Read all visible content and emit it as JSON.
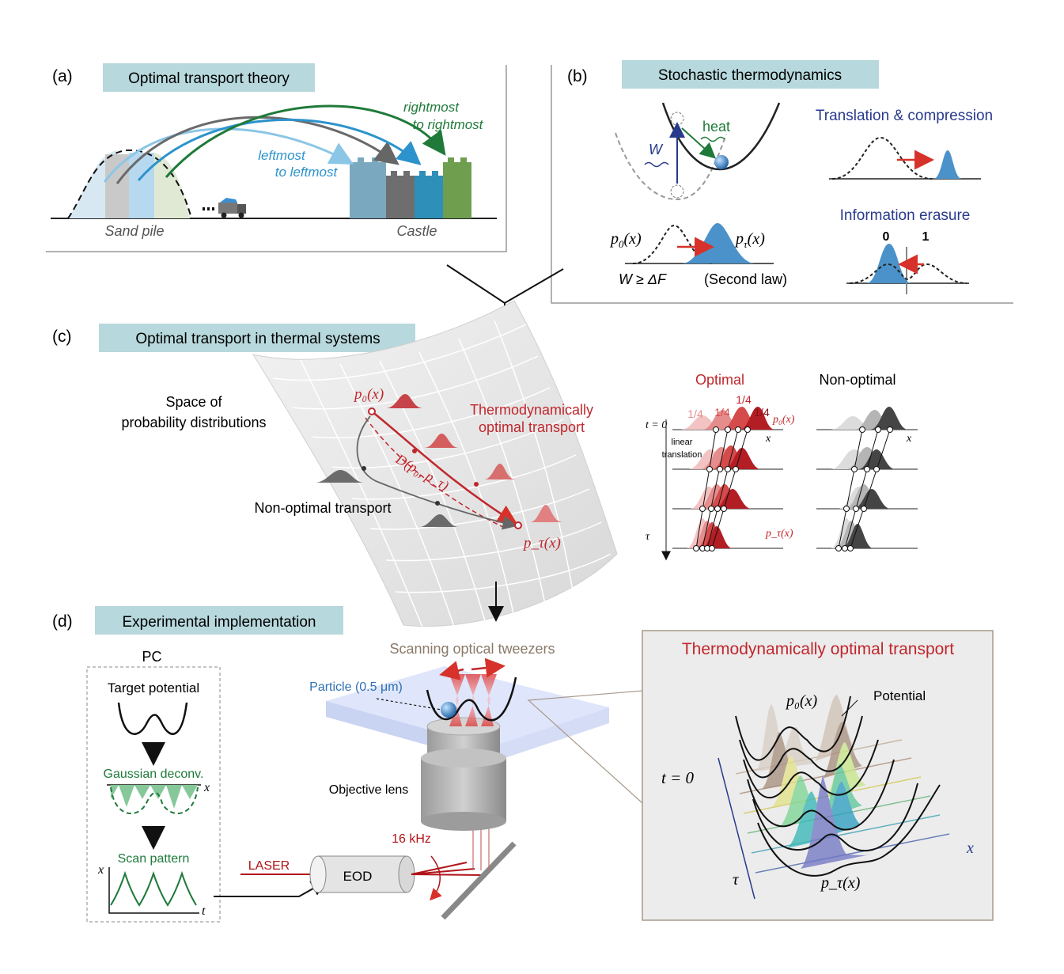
{
  "panel_a": {
    "label": "(a)",
    "title": "Optimal transport theory",
    "sand_pile": "Sand pile",
    "castle": "Castle",
    "rightmost_1": "rightmost",
    "rightmost_2": "to rightmost",
    "leftmost_1": "leftmost",
    "leftmost_2": "to leftmost"
  },
  "panel_b": {
    "label": "(b)",
    "title": "Stochastic thermodynamics",
    "heat": "heat",
    "work": "W",
    "p0": "p",
    "p0_sub": "0",
    "p0_arg": "(x)",
    "ptau": "p",
    "ptau_sub": "τ",
    "ptau_arg": "(x)",
    "second_law": "W ≥ ΔF",
    "second_law_note": "(Second law)",
    "translation": "Translation & compression",
    "erasure": "Information erasure",
    "bit0": "0",
    "bit1": "1"
  },
  "panel_c": {
    "label": "(c)",
    "title": "Optimal transport in thermal systems",
    "space_1": "Space of",
    "space_2": "probability distributions",
    "thermo_1": "Thermodynamically",
    "thermo_2": "optimal transport",
    "non_optimal": "Non-optimal transport",
    "p0": "p₀(x)",
    "ptau": "p_τ(x)",
    "distance": "D(p₀, p_τ)",
    "optimal": "Optimal",
    "nonopt": "Non-optimal",
    "t0": "t = 0",
    "tau": "τ",
    "quarter": "1/4",
    "x": "x",
    "linear_1": "linear",
    "linear_2": "translation",
    "p0_right": "p₀(x)",
    "ptau_right": "p_τ(x)"
  },
  "panel_d": {
    "label": "(d)",
    "title": "Experimental implementation",
    "pc": "PC",
    "target": "Target potential",
    "deconv": "Gaussian deconv.",
    "scan": "Scan pattern",
    "x": "x",
    "t": "t",
    "tweezers": "Scanning optical tweezers",
    "particle": "Particle (0.5 μm)",
    "objective": "Objective lens",
    "khz": "16 kHz",
    "laser": "LASER",
    "eod": "EOD",
    "inset_title": "Thermodynamically optimal transport",
    "inset_p0": "p₀(x)",
    "inset_potential": "Potential",
    "inset_t0": "t = 0",
    "inset_tau": "τ",
    "inset_x": "x",
    "inset_ptau": "p_τ(x)"
  },
  "colors": {
    "header": "#b7d8dc",
    "red": "#c0272d",
    "green": "#1f7a3a",
    "blue": "#3a8ec9",
    "navy": "#283a8c"
  }
}
